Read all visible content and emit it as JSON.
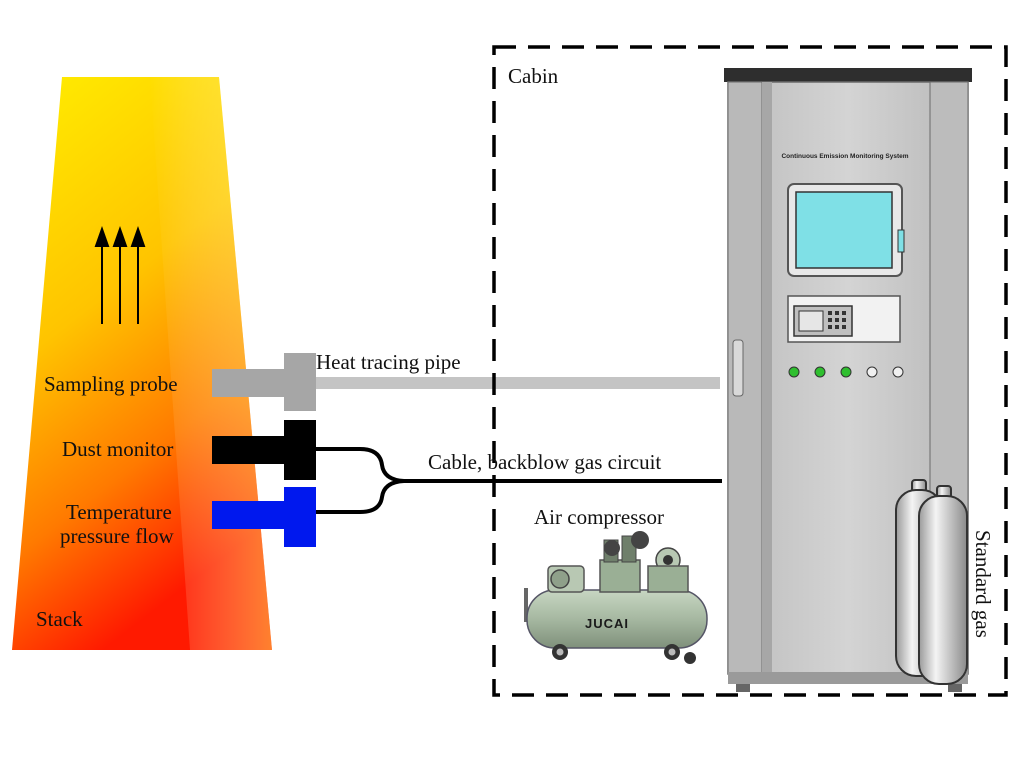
{
  "labels": {
    "stack": "Stack",
    "sampling_probe": "Sampling probe",
    "dust_monitor": "Dust monitor",
    "temperature_line1": "Temperature",
    "temperature_line2": "pressure flow",
    "heat_tracing_pipe": "Heat tracing pipe",
    "cable_circuit": "Cable, backblow gas circuit",
    "cabin": "Cabin",
    "air_compressor": "Air compressor",
    "standard_gas": "Standard gas",
    "compressor_brand": "JUCAI",
    "cabinet_title": "Continuous Emission Monitoring System"
  },
  "colors": {
    "stack_top": "#ffee00",
    "stack_bottom": "#ff1a00",
    "sampling_probe": "#a6a6a6",
    "dust_monitor": "#000000",
    "temperature_sensor": "#0018ee",
    "heat_pipe": "#c4c4c4",
    "cabinet": "#c9c9c9",
    "screen": "#7fe0e6",
    "compressor": "#a9bca4"
  },
  "icons": {
    "flow_arrows": "up-arrows-icon",
    "compressor": "air-compressor-icon",
    "gas_cylinders": "gas-cylinders-icon",
    "cabinet": "monitoring-cabinet-icon"
  }
}
